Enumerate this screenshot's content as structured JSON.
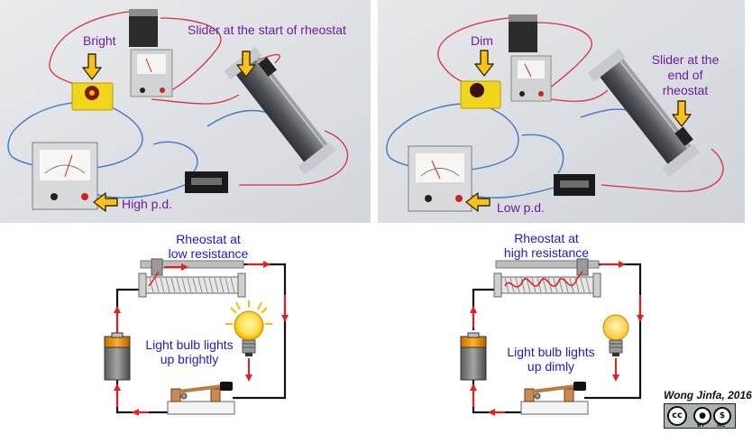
{
  "photo_left": {
    "bright_label": "Bright",
    "slider_label": "Slider at the start of rheostat",
    "pd_label": "High p.d."
  },
  "photo_right": {
    "dim_label": "Dim",
    "slider_label_lines": [
      "Slider at the",
      "end of",
      "rheostat"
    ],
    "pd_label": "Low p.d."
  },
  "circuit_left": {
    "rheostat_lines": [
      "Rheostat at",
      "low resistance"
    ],
    "bulb_lines": [
      "Light bulb lights",
      "up brightly"
    ]
  },
  "circuit_right": {
    "rheostat_lines": [
      "Rheostat at",
      "high resistance"
    ],
    "bulb_lines": [
      "Light bulb lights",
      "up dimly"
    ]
  },
  "credit": {
    "author": "Wong Jinfa, 2016",
    "license_badges": [
      "cc",
      "BY",
      "NC"
    ]
  },
  "colors": {
    "annotation_purple": "#6a1fa0",
    "annotation_blue": "#1a1ad6",
    "arrow_yellow": "#f7c11e",
    "current_red": "#e3201b",
    "wire_black": "#111111"
  }
}
